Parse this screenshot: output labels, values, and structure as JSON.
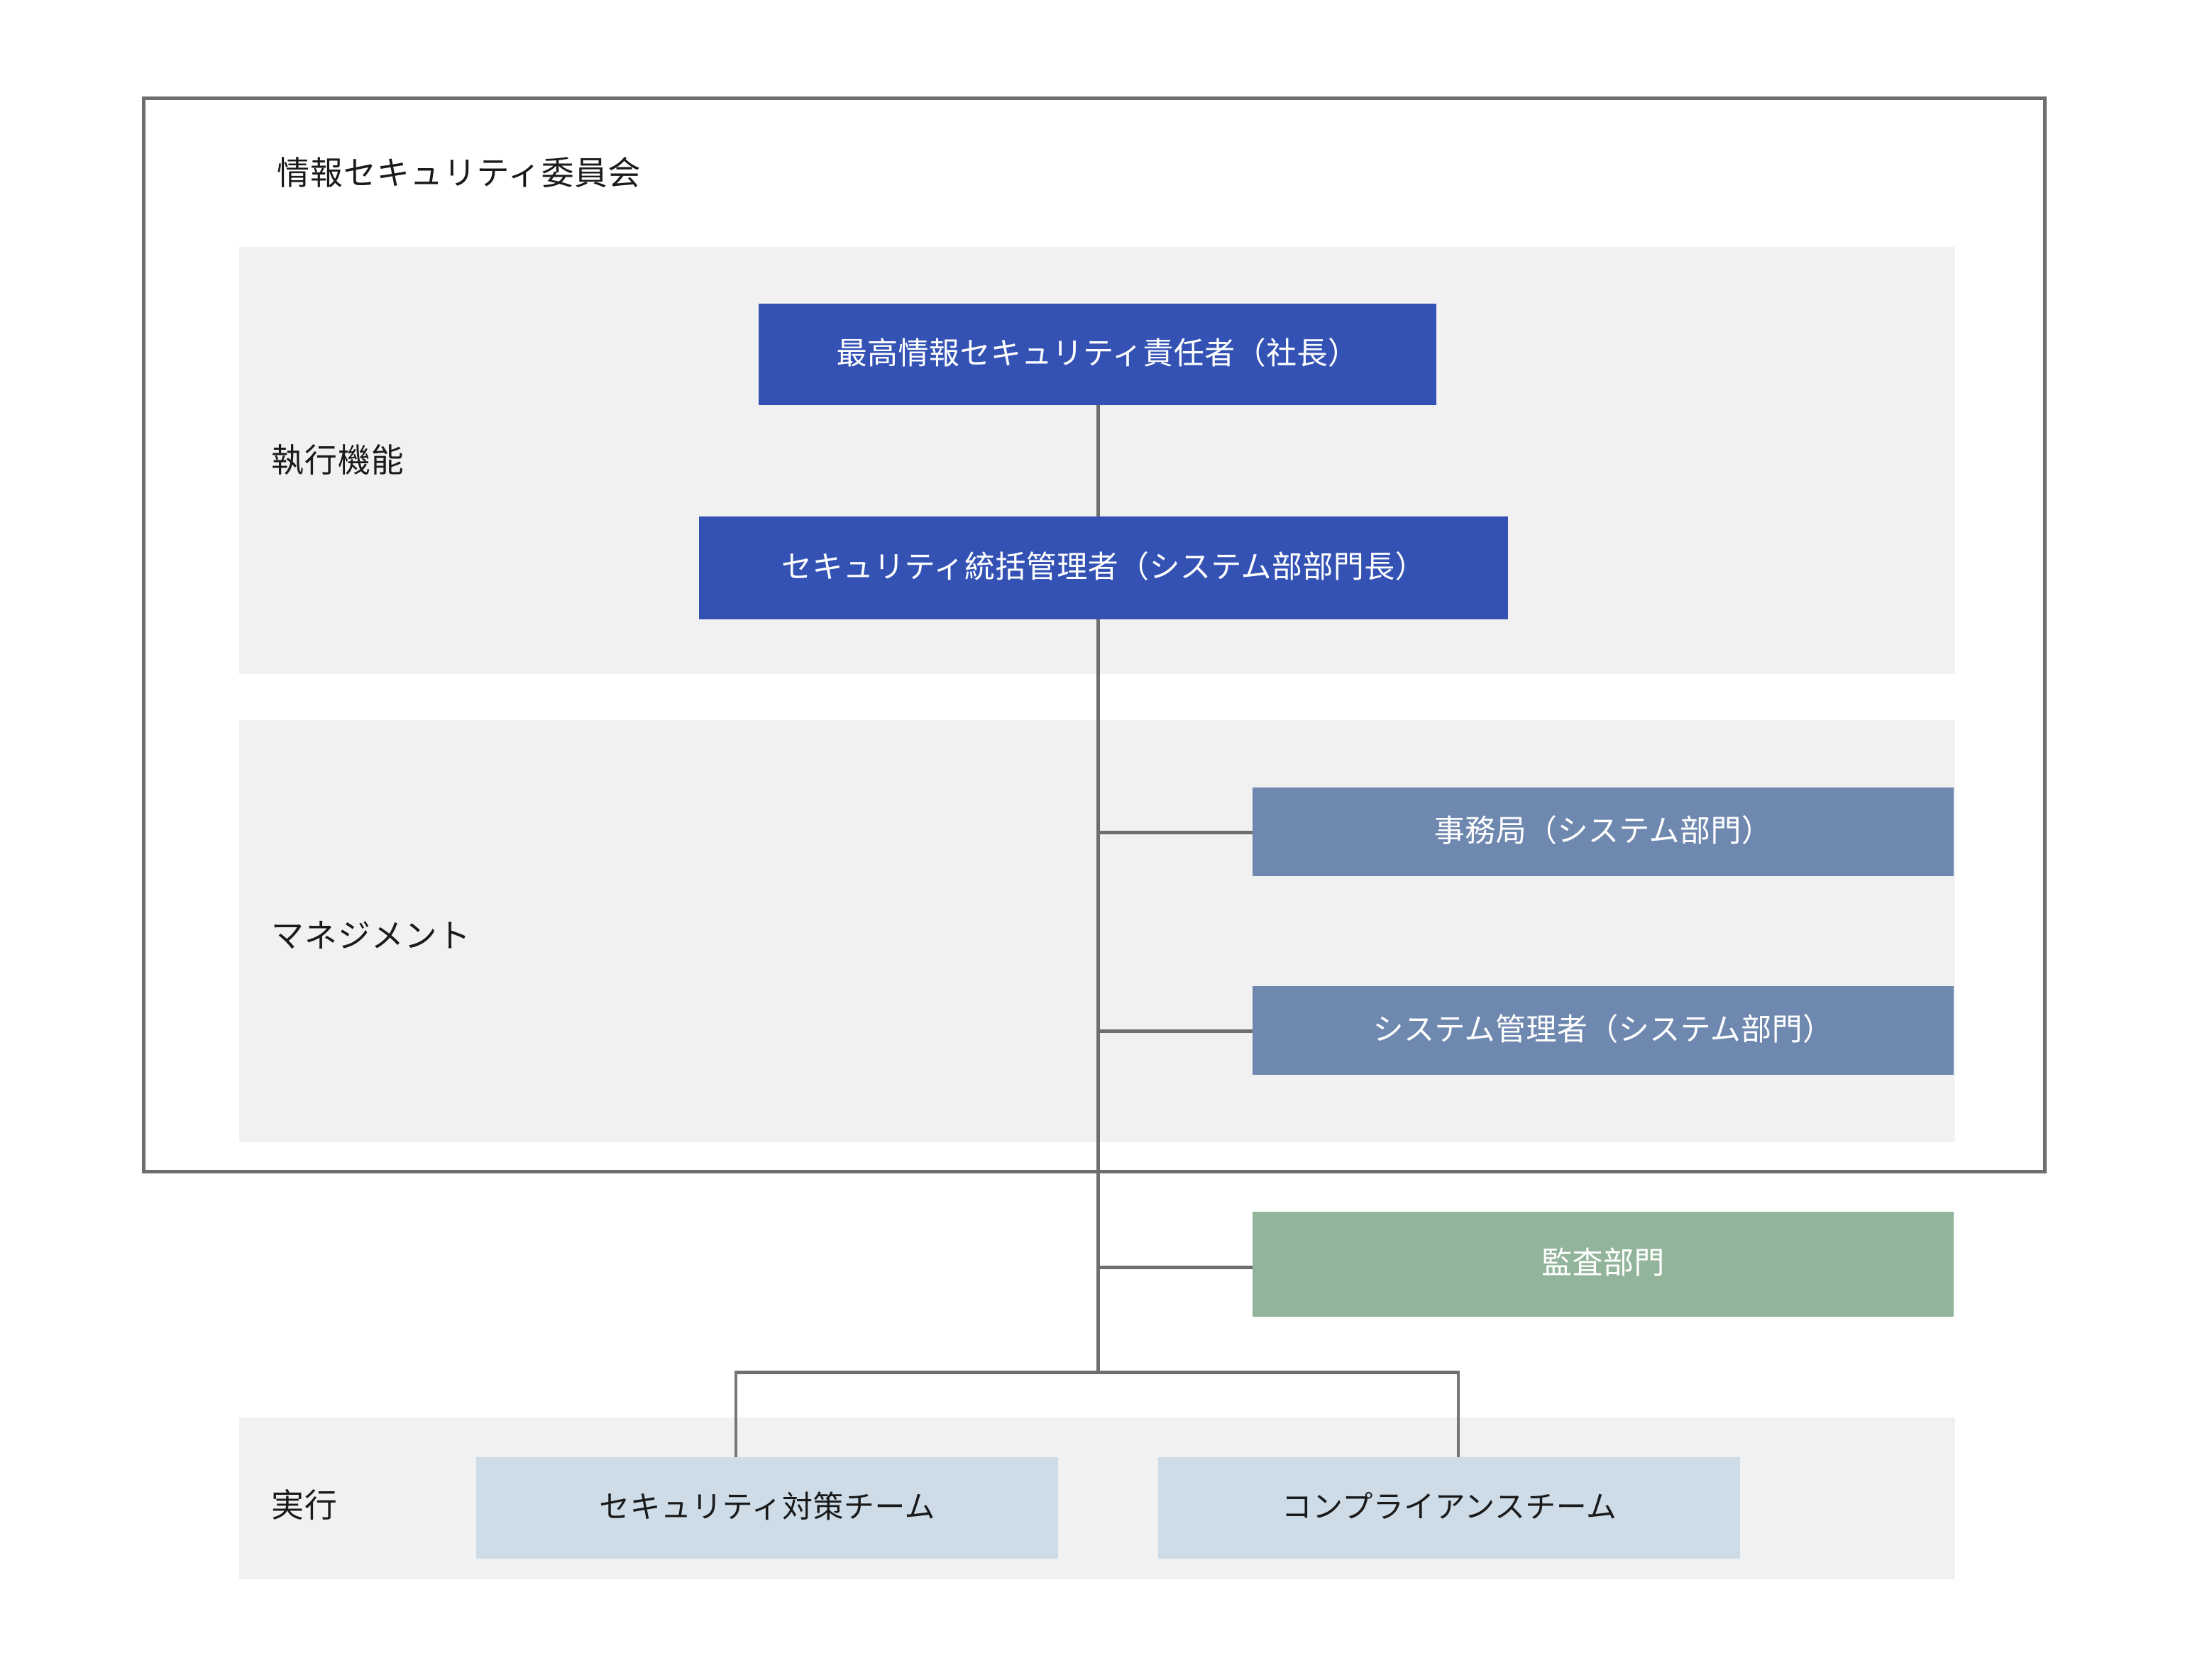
{
  "diagram": {
    "title": "情報セキュリティ委員会",
    "rows": [
      {
        "key": "execution_function",
        "label": "執行機能"
      },
      {
        "key": "management",
        "label": "マネジメント"
      },
      {
        "key": "implementation",
        "label": "実行"
      }
    ],
    "nodes": {
      "ciso": "最高情報セキュリティ責任者（社長）",
      "security_manager": "セキュリティ統括管理者（システム部部門長）",
      "secretariat": "事務局（システム部門）",
      "system_admin": "システム管理者（システム部門）",
      "audit_dept": "監査部門",
      "security_team": "セキュリティ対策チーム",
      "compliance_team": "コンプライアンスチーム"
    },
    "colors": {
      "executive_box": "#3352b4",
      "management_box": "#6e88b0",
      "audit_box": "#92b49a",
      "team_box": "#cedce8",
      "band_background": "#f1f1f1",
      "frame_border": "#6e6e6e",
      "connector": "#6e6e6e",
      "page_background": "#ffffff",
      "light_text": "#ffffff",
      "dark_text": "#1a1a1a"
    }
  }
}
